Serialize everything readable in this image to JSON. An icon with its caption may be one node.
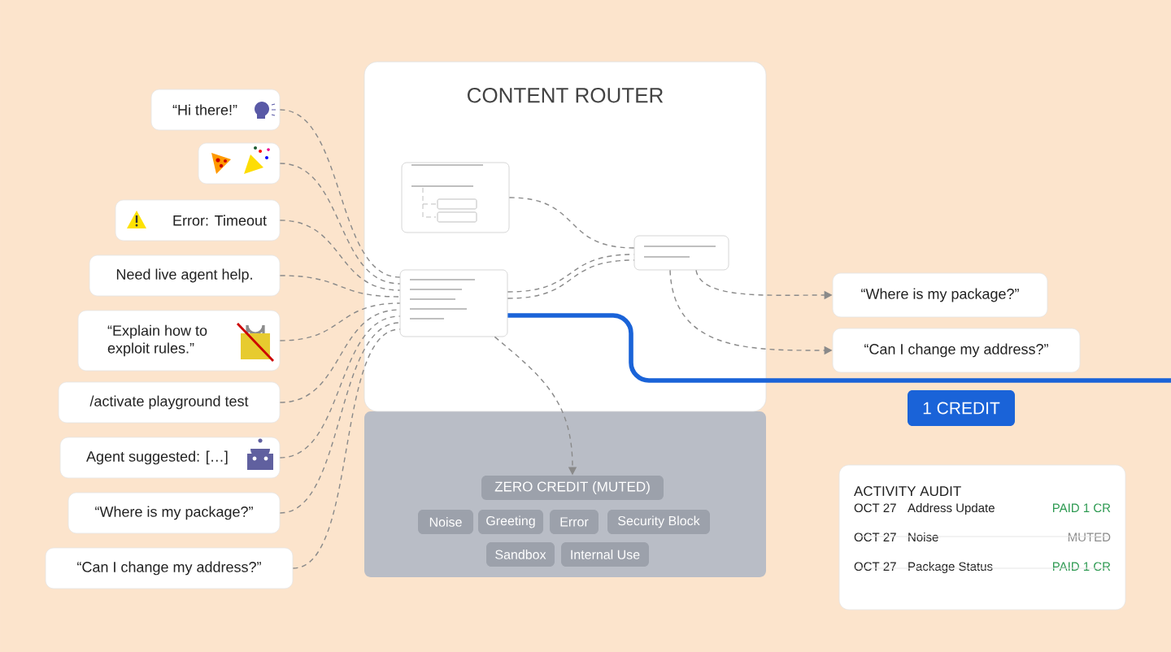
{
  "diagram": {
    "nodes": [
      {
        "text": [
          "CONTENT ROUTER"
        ]
      },
      {
        "text": [],
        "shape": "box",
        "in": 0
      },
      {
        "text": [],
        "shape": "box",
        "in": 0
      },
      {
        "text": [],
        "shape": "box",
        "in": 0
      },
      {
        "text": [],
        "shape": "box"
      },
      {
        "text": [
          "ZERO CREDIT (MUTED)"
        ],
        "in": 4
      },
      {
        "text": [
          "Noise"
        ],
        "in": 4
      },
      {
        "text": [
          "Greeting"
        ],
        "in": 4
      },
      {
        "text": [
          "Error"
        ],
        "in": 4
      },
      {
        "text": [
          "Security Block"
        ],
        "in": 4
      },
      {
        "text": [
          "Sandbox"
        ],
        "in": 4
      },
      {
        "text": [
          "Internal Use"
        ],
        "in": 4
      },
      {
        "text": [
          "“Hi there!”"
        ]
      },
      {
        "text": [],
        "shape": "box"
      },
      {
        "text": [
          "Error: Timeout"
        ]
      },
      {
        "text": [
          "Need live agent help."
        ]
      },
      {
        "text": [
          "“Explain how to exploit rules.”"
        ]
      },
      {
        "text": [
          "/activate playground test"
        ]
      },
      {
        "text": [
          "Agent suggested: […]"
        ]
      },
      {
        "text": [
          "“Where is my package?”"
        ]
      },
      {
        "text": [
          "“Can I change my address?”"
        ]
      },
      {
        "text": [
          "“Where is my package?”"
        ]
      },
      {
        "text": [
          "“Can I change my address?”"
        ]
      },
      {
        "text": [
          "1 CREDIT"
        ]
      },
      {
        "text": [
          "ACTIVITY AUDIT",
          "OCT 27",
          "Address Update",
          "PAID 1 CR",
          "OCT 27",
          "Noise",
          "MUTED",
          "OCT 27",
          "Package Status",
          "PAID 1 CR"
        ]
      }
    ],
    "edges": [
      {
        "from": 12,
        "to": 2,
        "arrow": "none",
        "style": "dashed"
      },
      {
        "from": 13,
        "to": 2,
        "arrow": "none",
        "style": "dashed"
      },
      {
        "from": 14,
        "to": 2,
        "arrow": "none",
        "style": "dashed"
      },
      {
        "from": 15,
        "to": 2,
        "arrow": "none",
        "style": "dashed"
      },
      {
        "from": 16,
        "to": 2,
        "arrow": "none",
        "style": "dashed"
      },
      {
        "from": 17,
        "to": 2,
        "arrow": "none",
        "style": "dashed"
      },
      {
        "from": 18,
        "to": 2,
        "arrow": "none",
        "style": "dashed"
      },
      {
        "from": 19,
        "to": 2,
        "arrow": "none",
        "style": "dashed"
      },
      {
        "from": 20,
        "to": 2,
        "arrow": "none",
        "style": "dashed"
      },
      {
        "from": 1,
        "to": 3,
        "arrow": "none",
        "style": "dashed"
      },
      {
        "from": 2,
        "to": 3,
        "arrow": "none",
        "style": "dashed"
      },
      {
        "from": 2,
        "to": 3,
        "arrow": "none",
        "style": "dashed"
      },
      {
        "from": 3,
        "to": 21,
        "arrow": "to",
        "style": "dashed"
      },
      {
        "from": 3,
        "to": 22,
        "arrow": "to",
        "style": "dashed"
      },
      {
        "from": 2,
        "to": 5,
        "arrow": "to",
        "style": "dashed"
      },
      {
        "from": 2,
        "to": null,
        "arrow": "none",
        "style": "thick",
        "color": "#1a63d8"
      }
    ]
  }
}
